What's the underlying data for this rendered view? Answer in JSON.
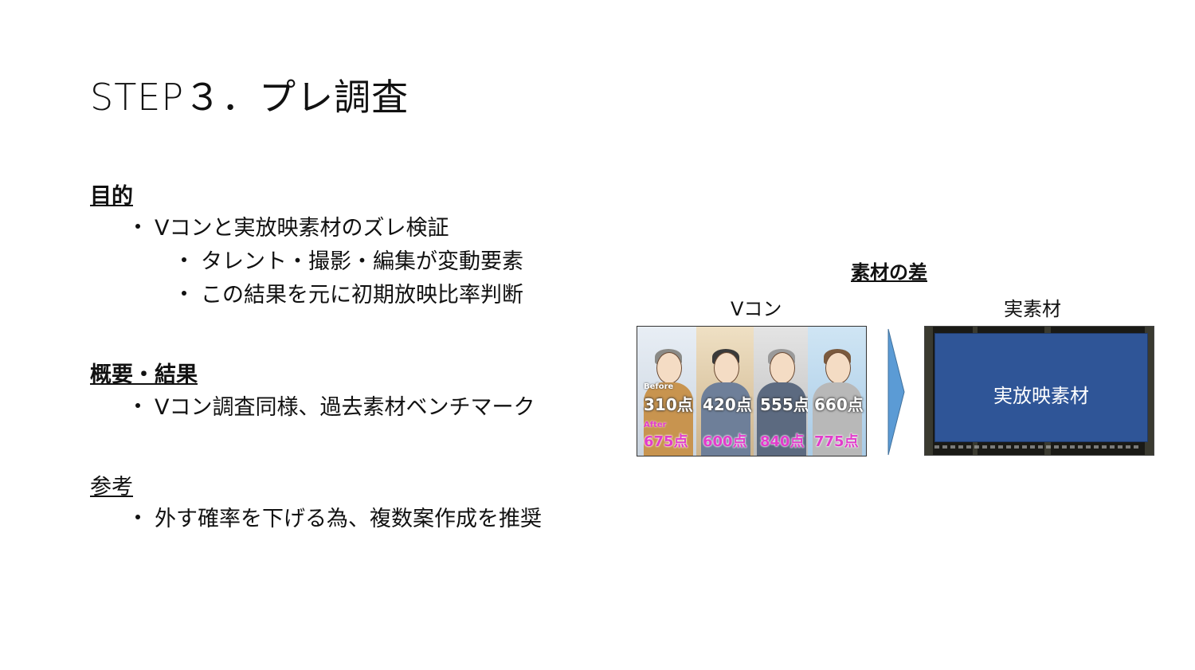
{
  "title": "STEP３．プレ調査",
  "sections": {
    "purpose": {
      "heading": "目的",
      "bullet": "Vコンと実放映素材のズレ検証",
      "sub_bullets": [
        "タレント・撮影・編集が変動要素",
        "この結果を元に初期放映比率判断"
      ]
    },
    "summary": {
      "heading": "概要・結果",
      "bullet": "Vコン調査同様、過去素材ベンチマーク"
    },
    "reference": {
      "heading": "参考",
      "bullet": "外す確率を下げる為、複数案作成を推奨"
    }
  },
  "figure": {
    "title": "素材の差",
    "left_label": "Vコン",
    "right_label": "実素材",
    "vcon_tags": {
      "before": "Before",
      "after": "After"
    },
    "vcon_scores": [
      {
        "before": "310点",
        "after": "675点"
      },
      {
        "before": "420点",
        "after": "600点"
      },
      {
        "before": "555点",
        "after": "840点"
      },
      {
        "before": "660点",
        "after": "775点"
      }
    ],
    "overlay_label": "実放映素材",
    "arrow_color": "#5b9bd5",
    "overlay_color": "#2f5597"
  }
}
